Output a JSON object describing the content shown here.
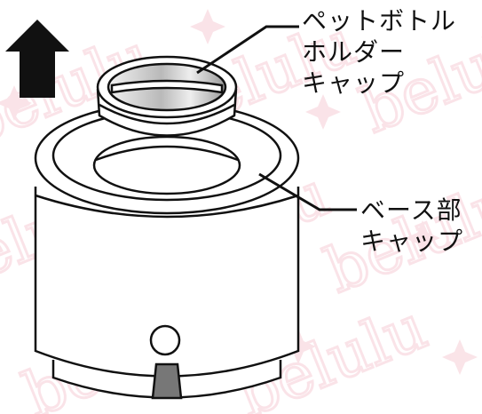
{
  "labels": {
    "bottle_holder_cap": {
      "lines": [
        "ペットボトル",
        "ホルダー",
        "キャップ"
      ]
    },
    "base_cap": {
      "lines": [
        "ベース部",
        "キャップ"
      ]
    }
  },
  "watermark": {
    "text": "belulu",
    "color": "#f5c8d2"
  },
  "colors": {
    "ink": "#111111",
    "arrow": "#111111",
    "valve": "#777777"
  }
}
